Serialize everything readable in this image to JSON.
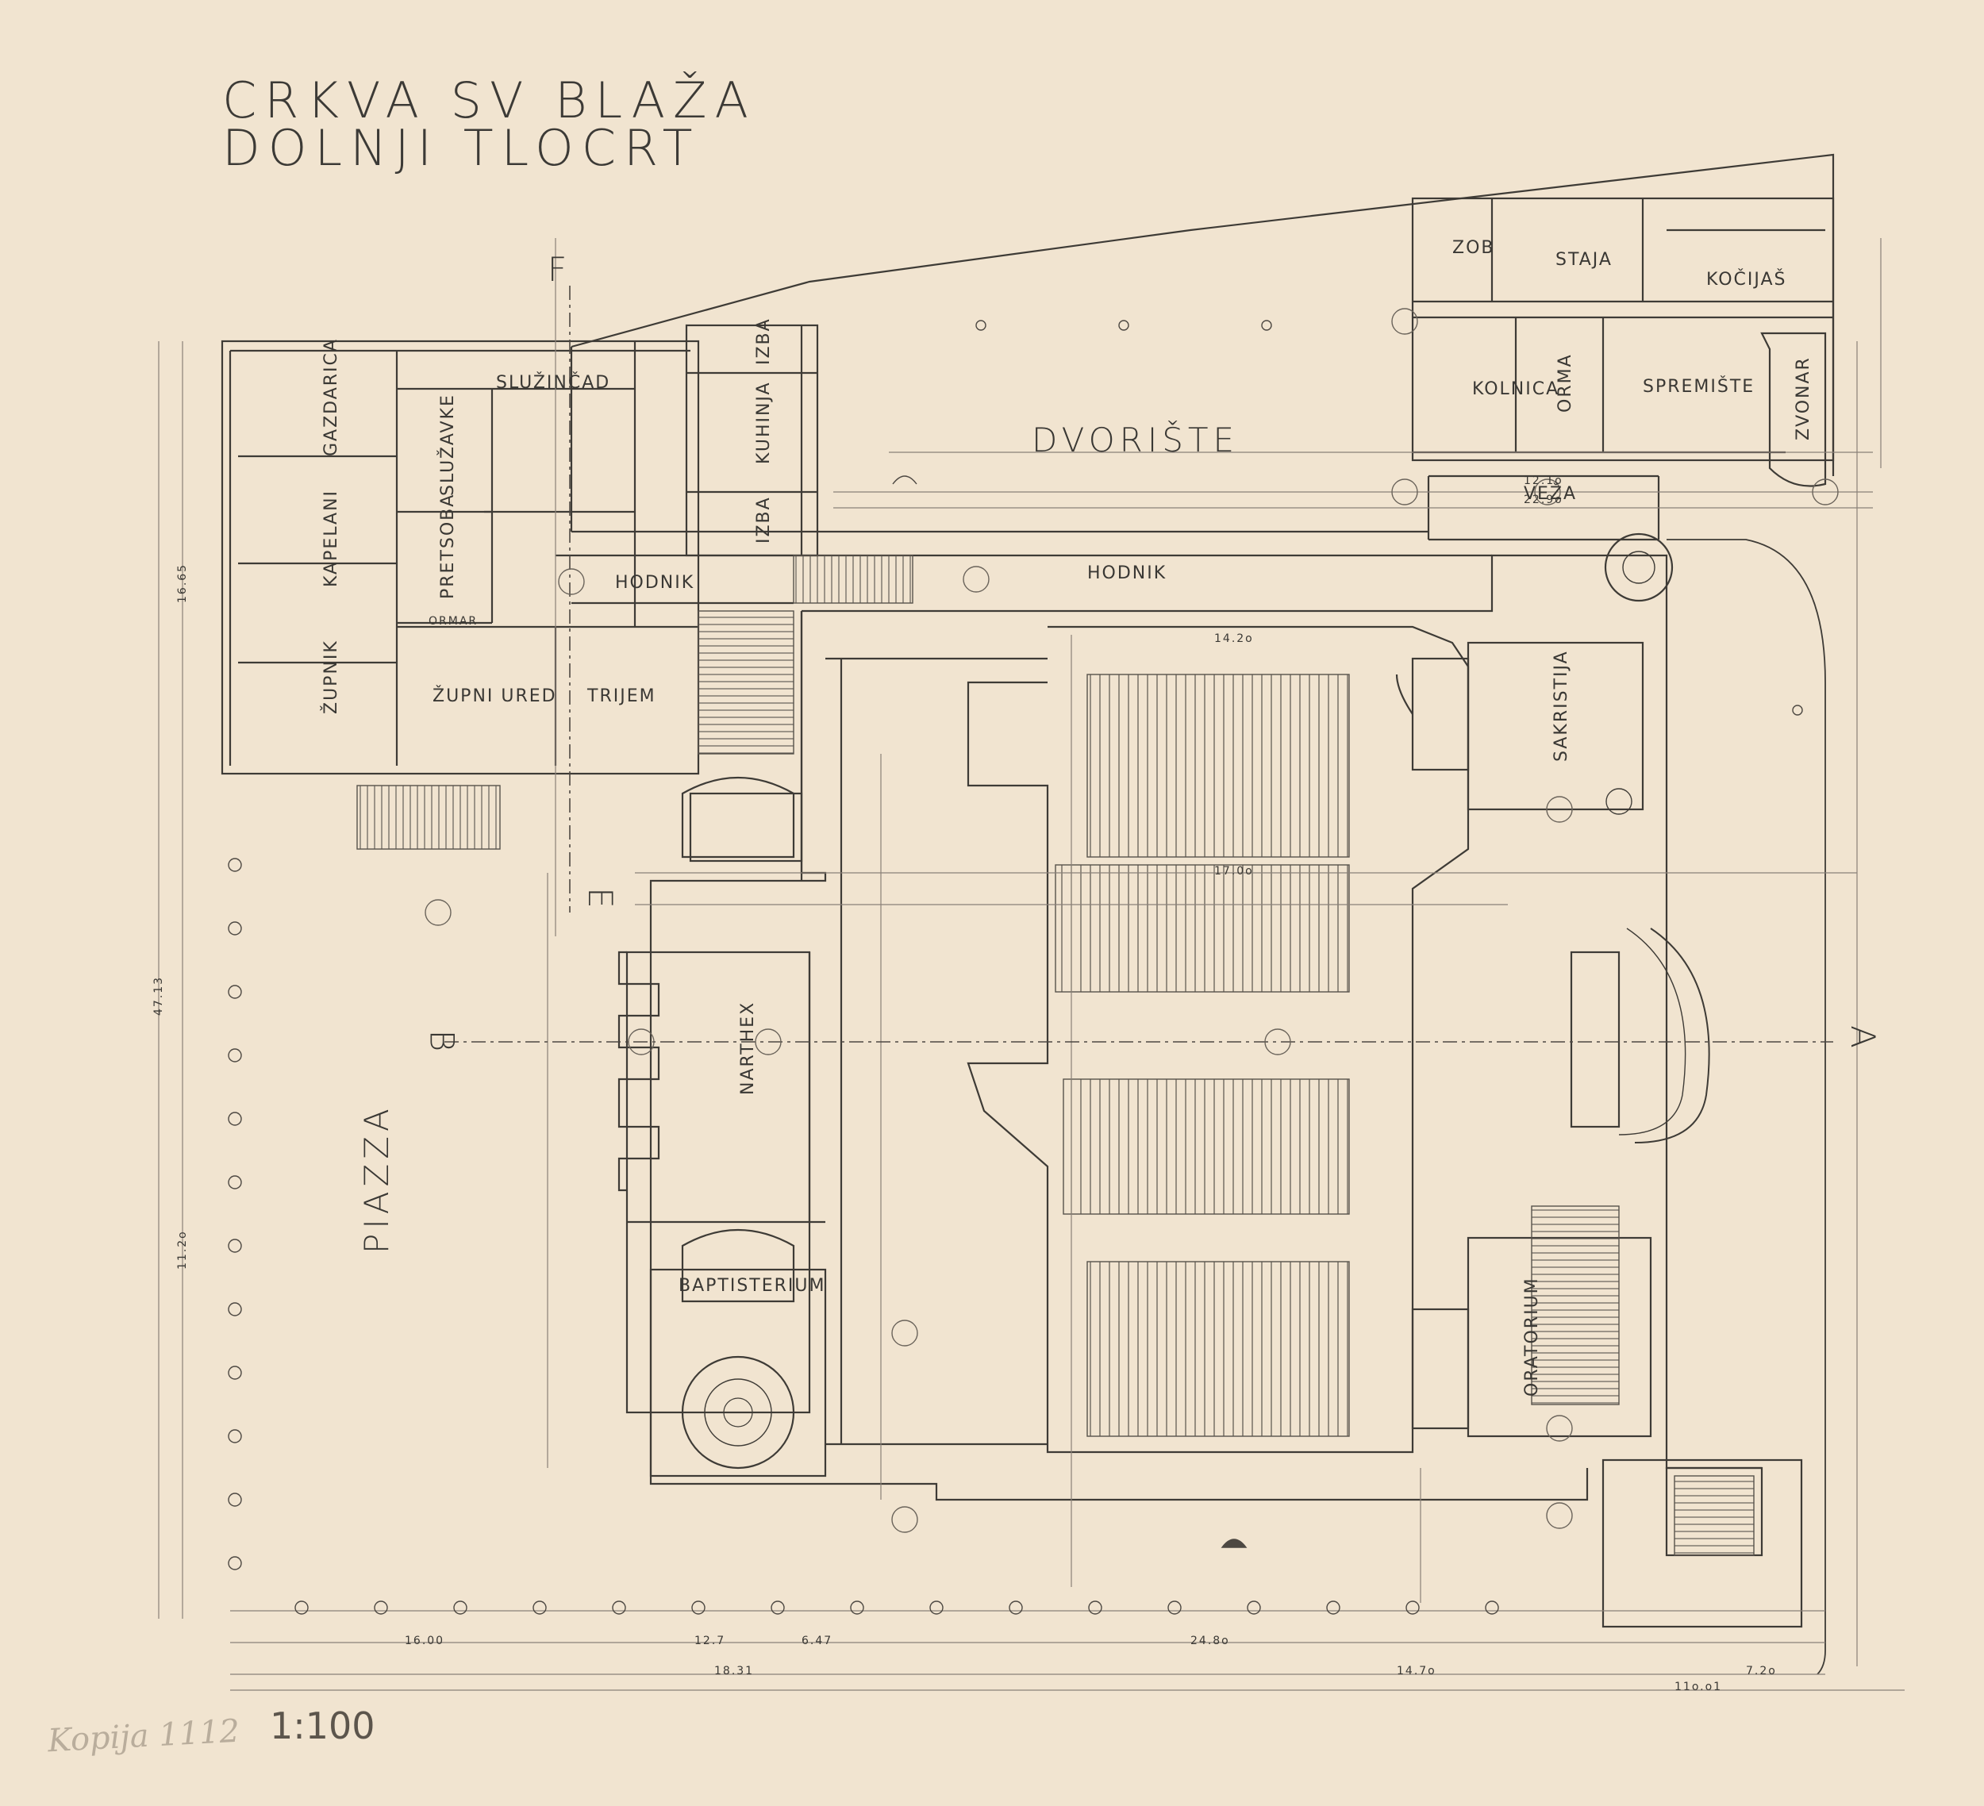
{
  "title": {
    "line1": "CRKVA SV BLAŽA",
    "line2": "DOLNJI TLOCRT"
  },
  "rooms": {
    "gazdarica": "GAZDARICA",
    "kapelani": "KAPELANI",
    "zupnik": "ŽUPNIK",
    "sluzincad": "SLUŽINČAD",
    "sluzavke": "SLUŽAVKE",
    "pretsoba": "PRETSOBA",
    "ormar": "ORMAR",
    "zupni_ured": "ŽUPNI URED",
    "trijem": "TRIJEM",
    "hodnik_west": "HODNIK",
    "hodnik_east": "HODNIK",
    "izba_top": "IZBA",
    "kuhinja": "KUHINJA",
    "izba_bottom": "IZBA",
    "dvoriste": "DVORIŠTE",
    "zob": "ZOB",
    "staja": "STAJA",
    "kocijas": "KOČIJAŠ",
    "kolnica": "KOLNICA",
    "orma": "ORMA",
    "spremiste": "SPREMIŠTE",
    "zvonar": "ZVONAR",
    "veza": "VEŽA",
    "sakristija": "SAKRISTIJA",
    "narthex": "NARTHEX",
    "baptisterium": "BAPTISTERIUM",
    "oratorium": "ORATORIUM",
    "piazza": "PIAZZA"
  },
  "section_marks": {
    "a": "A",
    "b": "B",
    "e": "E",
    "f": "F"
  },
  "dimensions": {
    "courtyard_1": "12.1o",
    "courtyard_2": "22.9o",
    "nave_width": "14.2o",
    "nave_mid": "17.0o",
    "bottom_total": "24.8o",
    "bottom_left": "16.00",
    "bottom_a": "12.7",
    "bottom_b": "6.47",
    "bottom_c": "18.31",
    "bottom_d": "14.7o",
    "bottom_e": "7.2o",
    "bottom_f": "11o.o1",
    "left_total": "47.13",
    "left_a": "16.65",
    "left_b": "11.2o"
  },
  "annotations": {
    "pencil_note": "Kopija 1112",
    "scale": "1:100"
  },
  "colors": {
    "paper": "#f1e4d0",
    "ink": "#3a3834",
    "faint_ink": "#8a8178",
    "pencil": "#b9ad9c"
  }
}
